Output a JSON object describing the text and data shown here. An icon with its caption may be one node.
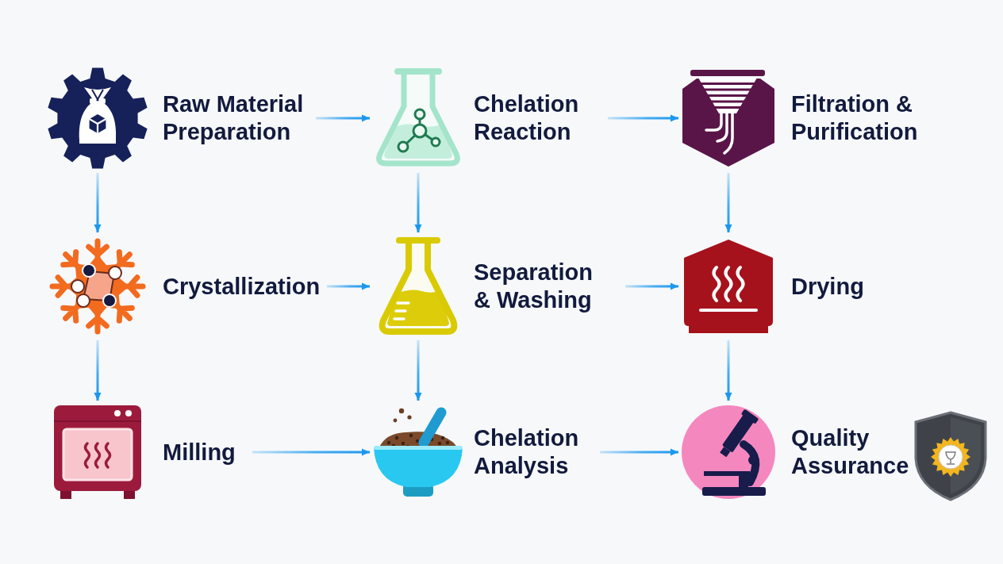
{
  "diagram": {
    "nodes": [
      {
        "text": [
          "Raw Material Preparation"
        ]
      },
      {
        "text": [
          "Chelation Reaction"
        ]
      },
      {
        "text": [
          "Filtration & Purification"
        ]
      },
      {
        "text": [
          "Crystallization"
        ]
      },
      {
        "text": [
          "Separation & Washing"
        ]
      },
      {
        "text": [
          "Drying"
        ]
      },
      {
        "text": [
          "Milling"
        ]
      },
      {
        "text": [
          "Chelation Analysis"
        ]
      },
      {
        "text": [
          "Quality Assurance"
        ]
      }
    ],
    "edges": [
      {
        "from": 0,
        "to": 1,
        "arrow": "to"
      },
      {
        "from": 1,
        "to": 2,
        "arrow": "to"
      },
      {
        "from": 0,
        "to": 3,
        "arrow": "to"
      },
      {
        "from": 1,
        "to": 4,
        "arrow": "to"
      },
      {
        "from": 2,
        "to": 5,
        "arrow": "to"
      },
      {
        "from": 3,
        "to": 4,
        "arrow": "to"
      },
      {
        "from": 4,
        "to": 5,
        "arrow": "to"
      },
      {
        "from": 3,
        "to": 6,
        "arrow": "to"
      },
      {
        "from": 4,
        "to": 7,
        "arrow": "to"
      },
      {
        "from": 5,
        "to": 8,
        "arrow": "to"
      },
      {
        "from": 6,
        "to": 7,
        "arrow": "to"
      },
      {
        "from": 7,
        "to": 8,
        "arrow": "to"
      }
    ]
  }
}
